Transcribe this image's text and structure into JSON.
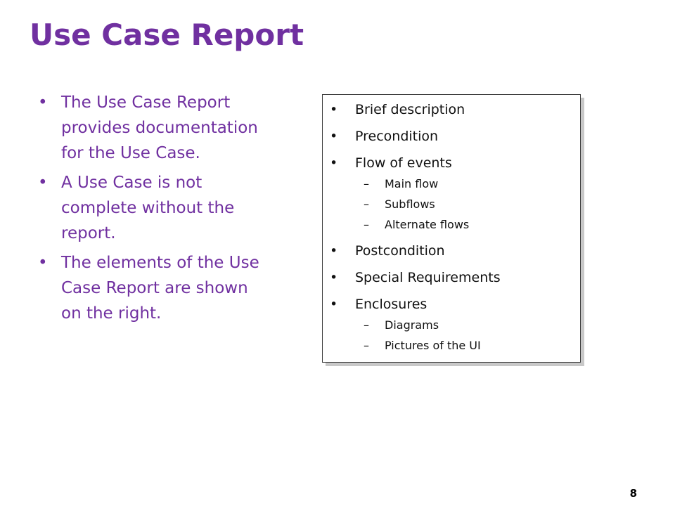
{
  "title": "Use Case Report",
  "left_bullets": [
    "The Use Case Report provides documentation for the Use Case.",
    "A Use Case is not complete without the report.",
    "The elements of the Use Case Report are shown on the right."
  ],
  "right_box": {
    "items": [
      {
        "label": "Brief description"
      },
      {
        "label": "Precondition"
      },
      {
        "label": "Flow of events",
        "sub": [
          "Main flow",
          "Subflows",
          "Alternate flows"
        ]
      },
      {
        "label": "Postcondition"
      },
      {
        "label": "Special Requirements"
      },
      {
        "label": "Enclosures",
        "sub": [
          "Diagrams",
          "Pictures of the UI"
        ]
      }
    ]
  },
  "page_number": "8",
  "colors": {
    "title": "#7030a0",
    "body_text": "#7030a0",
    "box_text": "#111111"
  }
}
